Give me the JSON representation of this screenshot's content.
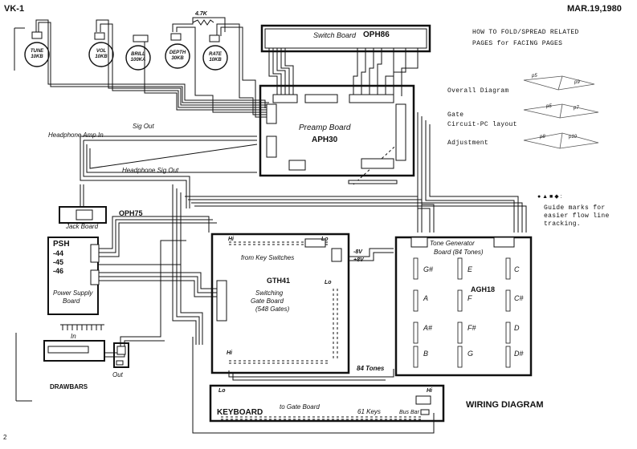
{
  "header": {
    "left": "VK-1",
    "right": "MAR.19,1980",
    "page_number": "2"
  },
  "controls": {
    "knobs": [
      {
        "name": "TUNE",
        "value": "10KB"
      },
      {
        "name": "VOL",
        "value": "10KB"
      },
      {
        "name": "BRILL",
        "value": "100KA"
      },
      {
        "name": "DEPTH",
        "value": "30KB"
      },
      {
        "name": "RATE",
        "value": "10KB"
      }
    ],
    "resistor": "4.7K"
  },
  "boards": {
    "switch_board": {
      "title": "Switch Board",
      "code": "OPH86"
    },
    "preamp_board": {
      "title": "Preamp Board",
      "code": "APH30"
    },
    "jack_board": {
      "title": "Jack Board",
      "code": "OPH75"
    },
    "power_supply": {
      "code": "PSH",
      "title_line1": "Power Supply",
      "title_line2": "Board",
      "taps": [
        "-44",
        "-45",
        "-46"
      ]
    },
    "gate_board": {
      "code": "GTH41",
      "title_line1": "Switching",
      "title_line2": "Gate Board",
      "title_line3": "(548 Gates)",
      "from_keys": "from Key Switches",
      "hi": "Hi",
      "lo": "Lo",
      "minus8": "-8V",
      "plus8": "+8V"
    },
    "tone_generator": {
      "title_line1": "Tone Generator",
      "title_line2": "Board (84 Tones)",
      "code": "AGH18",
      "plus8": "+8V"
    },
    "keyboard": {
      "title": "KEYBOARD",
      "to_gate": "to Gate Board",
      "keys": "61 Keys",
      "bus_bar": "Bus Bar",
      "lo": "Lo",
      "hi": "Hi"
    },
    "drawbars": {
      "title": "DRAWBARS",
      "in_label": "In",
      "out_label": "Out"
    }
  },
  "signals": {
    "sig_out": "Sig Out",
    "headphone_amp_in": "Headphone Amp In",
    "headphone_sig_out": "Headphone Sig Out",
    "tones_84": "84 Tones"
  },
  "notes": [
    {
      "label": "C",
      "col": 2
    },
    {
      "label": "C#",
      "col": 2
    },
    {
      "label": "D",
      "col": 2
    },
    {
      "label": "D#",
      "col": 2
    },
    {
      "label": "E",
      "col": 1
    },
    {
      "label": "F",
      "col": 1
    },
    {
      "label": "F#",
      "col": 1
    },
    {
      "label": "G",
      "col": 1
    },
    {
      "label": "G#",
      "col": 0
    },
    {
      "label": "A",
      "col": 0
    },
    {
      "label": "A#",
      "col": 0
    },
    {
      "label": "B",
      "col": 0
    }
  ],
  "fold_guide": {
    "line1": "HOW TO FOLD/SPREAD RELATED",
    "line2": "PAGES for FACING PAGES",
    "rows": [
      {
        "label": "Overall Diagram",
        "left_page": "p5",
        "right_page": "p9"
      },
      {
        "label_line1": "Gate",
        "label_line2": "Circuit-PC layout",
        "left_page": "p5",
        "right_page": "p7"
      },
      {
        "label": "Adjustment",
        "left_page": "p8",
        "right_page": "p10"
      }
    ]
  },
  "guide_marks": {
    "symbols": "● ▲ ■ ◆ :",
    "line1": "Guide marks for",
    "line2": "easier flow line",
    "line3": "tracking."
  },
  "title": "WIRING DIAGRAM"
}
